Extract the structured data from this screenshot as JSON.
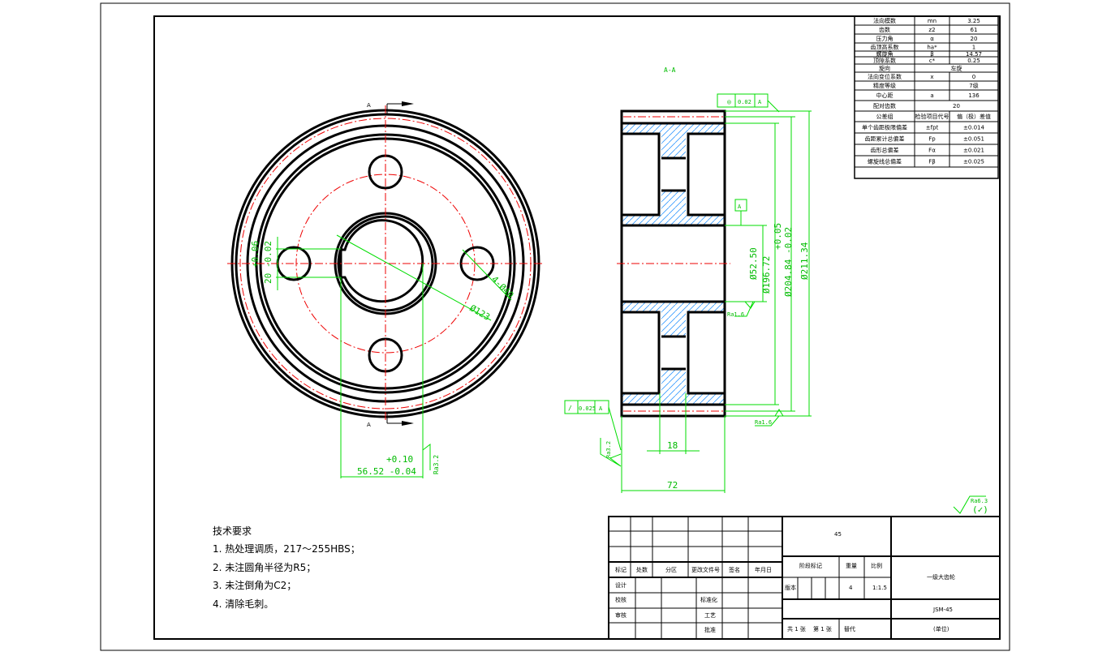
{
  "drawing": {
    "section_label": "A-A",
    "section_mark": "A",
    "dims": {
      "keyway_width": "20 -0.02",
      "keyway_width_upper": "+0.06",
      "hole_count_dia": "4-Ø40",
      "hole_circle_dia": "Ø123",
      "keyway_depth": "56.52 -0.04",
      "keyway_depth_upper": "+0.10",
      "bore_dia": "Ø52.50",
      "root_dia": "Ø196.72",
      "tip_dia": "Ø204.84 -0.02",
      "tip_upper": "+0.05",
      "outer_dia": "Ø211.34",
      "web_width": "18",
      "face_width": "72"
    },
    "tolerances": {
      "runout_value": "0.02",
      "runout_datum": "A",
      "axial_runout_value": "0.025",
      "axial_runout_datum": "A",
      "datum": "A"
    },
    "roughness": {
      "r1": "Ra1.6",
      "r2": "Ra1.6",
      "r3": "Ra3.2",
      "r4": "Ra3.2",
      "general": "Ra6.3",
      "general_rest": "(✓)"
    }
  },
  "params": [
    [
      "法向模数",
      "mn",
      "3.25"
    ],
    [
      "齿数",
      "z2",
      "61"
    ],
    [
      "压力角",
      "α",
      "20"
    ],
    [
      "齿顶高系数",
      "ha*",
      "1"
    ],
    [
      "螺旋角",
      "β",
      "14.57"
    ],
    [
      "顶隙系数",
      "c*",
      "0.25"
    ],
    [
      "旋向",
      "左旋",
      ""
    ],
    [
      "法向变位系数",
      "x",
      "0"
    ],
    [
      "精度等级",
      "",
      "7级"
    ],
    [
      "中心距",
      "a",
      "136"
    ],
    [
      "配对齿数",
      "20",
      ""
    ],
    [
      "公差组",
      "检验项目代号",
      "偏（极）差值"
    ],
    [
      "单个齿距极限偏差",
      "±fpt",
      "±0.014"
    ],
    [
      "齿距累计总偏差",
      "Fp",
      "±0.051"
    ],
    [
      "齿形总偏差",
      "Fα",
      "±0.021"
    ],
    [
      "螺旋线总偏差",
      "Fβ",
      "±0.025"
    ]
  ],
  "notes": {
    "title": "技术要求",
    "items": [
      "1. 热处理调质，217～255HBS；",
      "2. 未注圆角半径为R5；",
      "3. 未注倒角为C2；",
      "4. 清除毛刺。"
    ]
  },
  "titleblock": {
    "material": "45",
    "part_name": "一级大齿轮",
    "drawing_no": "JSM-45",
    "company": "(单位)",
    "headers": [
      "标记",
      "处数",
      "分区",
      "更改文件号",
      "签名",
      "年月日"
    ],
    "rows": [
      "设计",
      "校核",
      "审核",
      "工艺",
      "批准",
      "标准化"
    ],
    "stage": "阶段标记",
    "weight": "重量",
    "scale_label": "比例",
    "weight_val": "4",
    "scale_val": "1:1.5",
    "sheets": "共 1 张",
    "sheet": "第 1 张",
    "version": "版本",
    "replace": "替代"
  }
}
